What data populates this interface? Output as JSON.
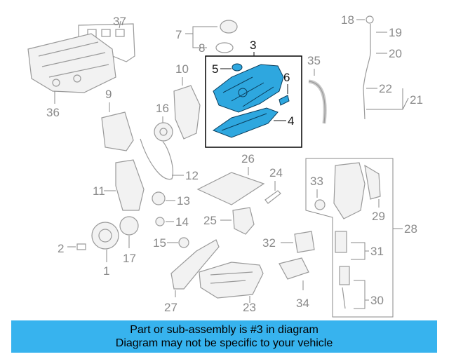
{
  "banner": {
    "line1": "Part or sub-assembly is #3 in diagram",
    "line2": "Diagram may not be specific to your vehicle"
  },
  "callouts": {
    "n1": "1",
    "n2": "2",
    "n3": "3",
    "n4": "4",
    "n5": "5",
    "n6": "6",
    "n7": "7",
    "n8": "8",
    "n9": "9",
    "n10": "10",
    "n11": "11",
    "n12": "12",
    "n13": "13",
    "n14": "14",
    "n15": "15",
    "n16": "16",
    "n17": "17",
    "n18": "18",
    "n19": "19",
    "n20": "20",
    "n21": "21",
    "n22": "22",
    "n23": "23",
    "n24": "24",
    "n25": "25",
    "n26": "26",
    "n27": "27",
    "n28": "28",
    "n29": "29",
    "n30": "30",
    "n31": "31",
    "n32": "32",
    "n33": "33",
    "n34": "34",
    "n35": "35",
    "n36": "36",
    "n37": "37"
  },
  "colors": {
    "highlight": "#2ea7df",
    "banner": "#37b3ee"
  }
}
